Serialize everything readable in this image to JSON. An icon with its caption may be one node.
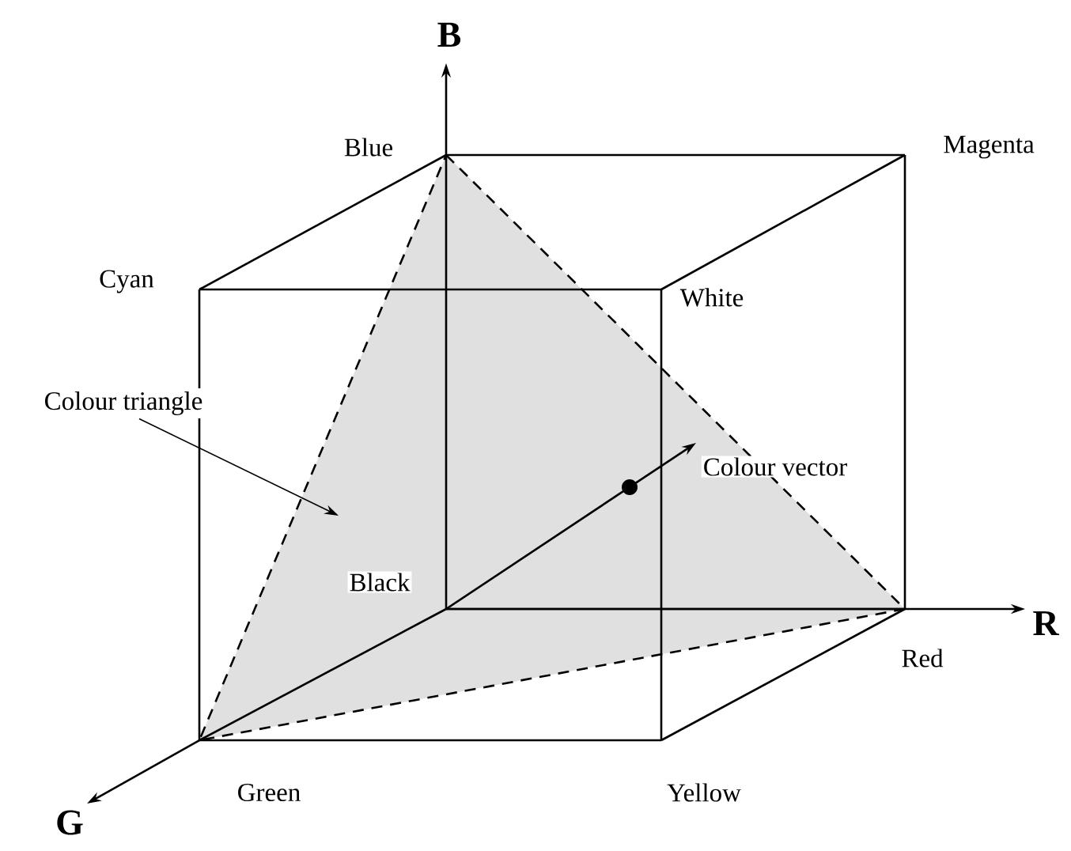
{
  "diagram": {
    "nodes": [
      {
        "text": [
          "Colour triangle"
        ]
      },
      {
        "text": [],
        "shape": "triangle"
      }
    ],
    "edges": [
      {
        "from": 0,
        "to": 1,
        "arrow": "to"
      }
    ],
    "labels": [
      "B",
      "Blue",
      "Magenta",
      "Cyan",
      "White",
      "Colour vector",
      "Black",
      "R",
      "Red",
      "Green",
      "Yellow",
      "G"
    ]
  }
}
